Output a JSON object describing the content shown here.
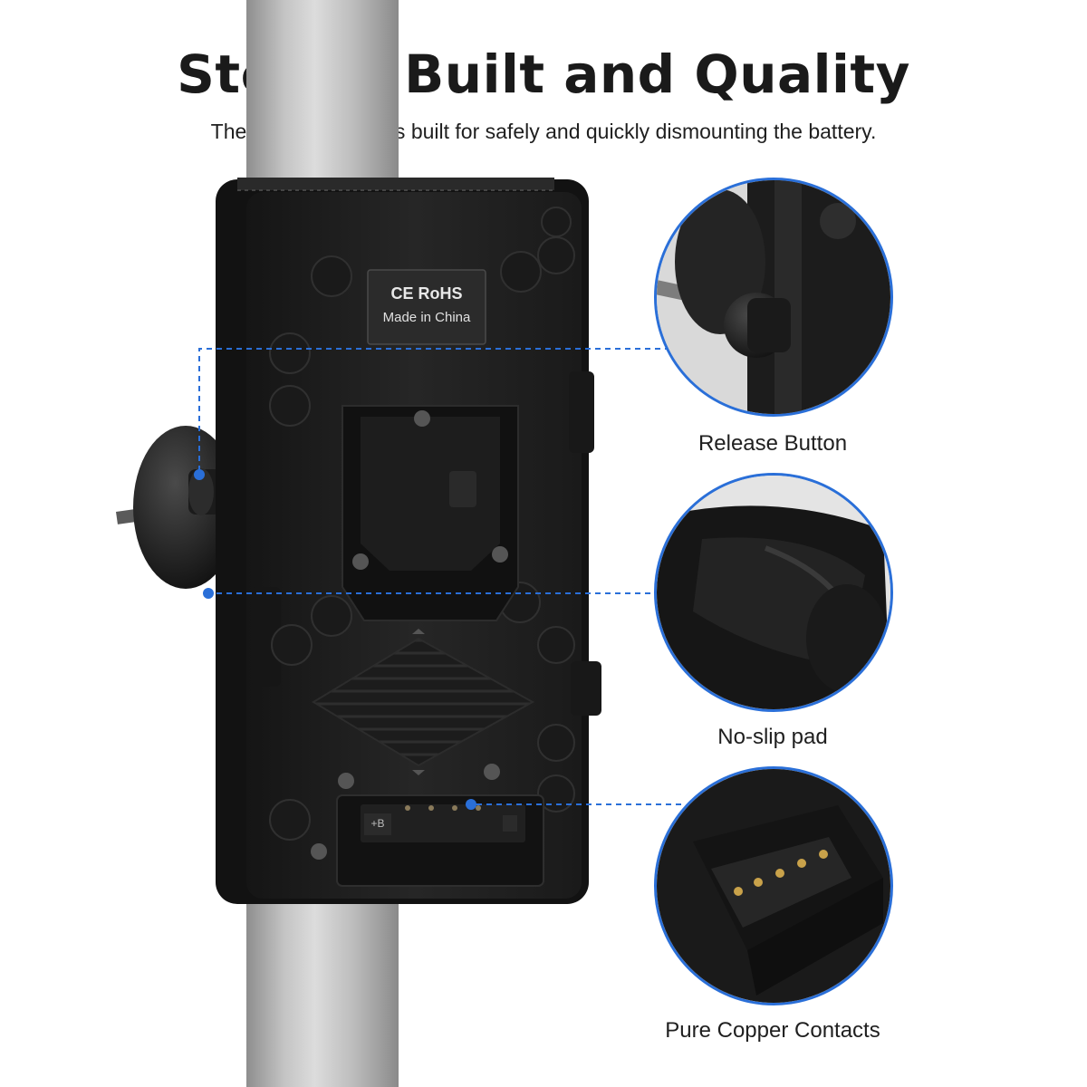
{
  "header": {
    "title": "Steady Built and Quality",
    "subtitle": "The release button is built for safely and quickly dismounting the battery."
  },
  "plate": {
    "label_line1": "CE RoHS",
    "label_line2": "Made in China",
    "connector_label": "+B"
  },
  "callouts": [
    {
      "label": "Release Button"
    },
    {
      "label": "No-slip pad"
    },
    {
      "label": "Pure Copper Contacts"
    }
  ],
  "colors": {
    "accent": "#2a6fd8",
    "plate": "#1e1e1e",
    "pole": "#bdbdbd"
  }
}
